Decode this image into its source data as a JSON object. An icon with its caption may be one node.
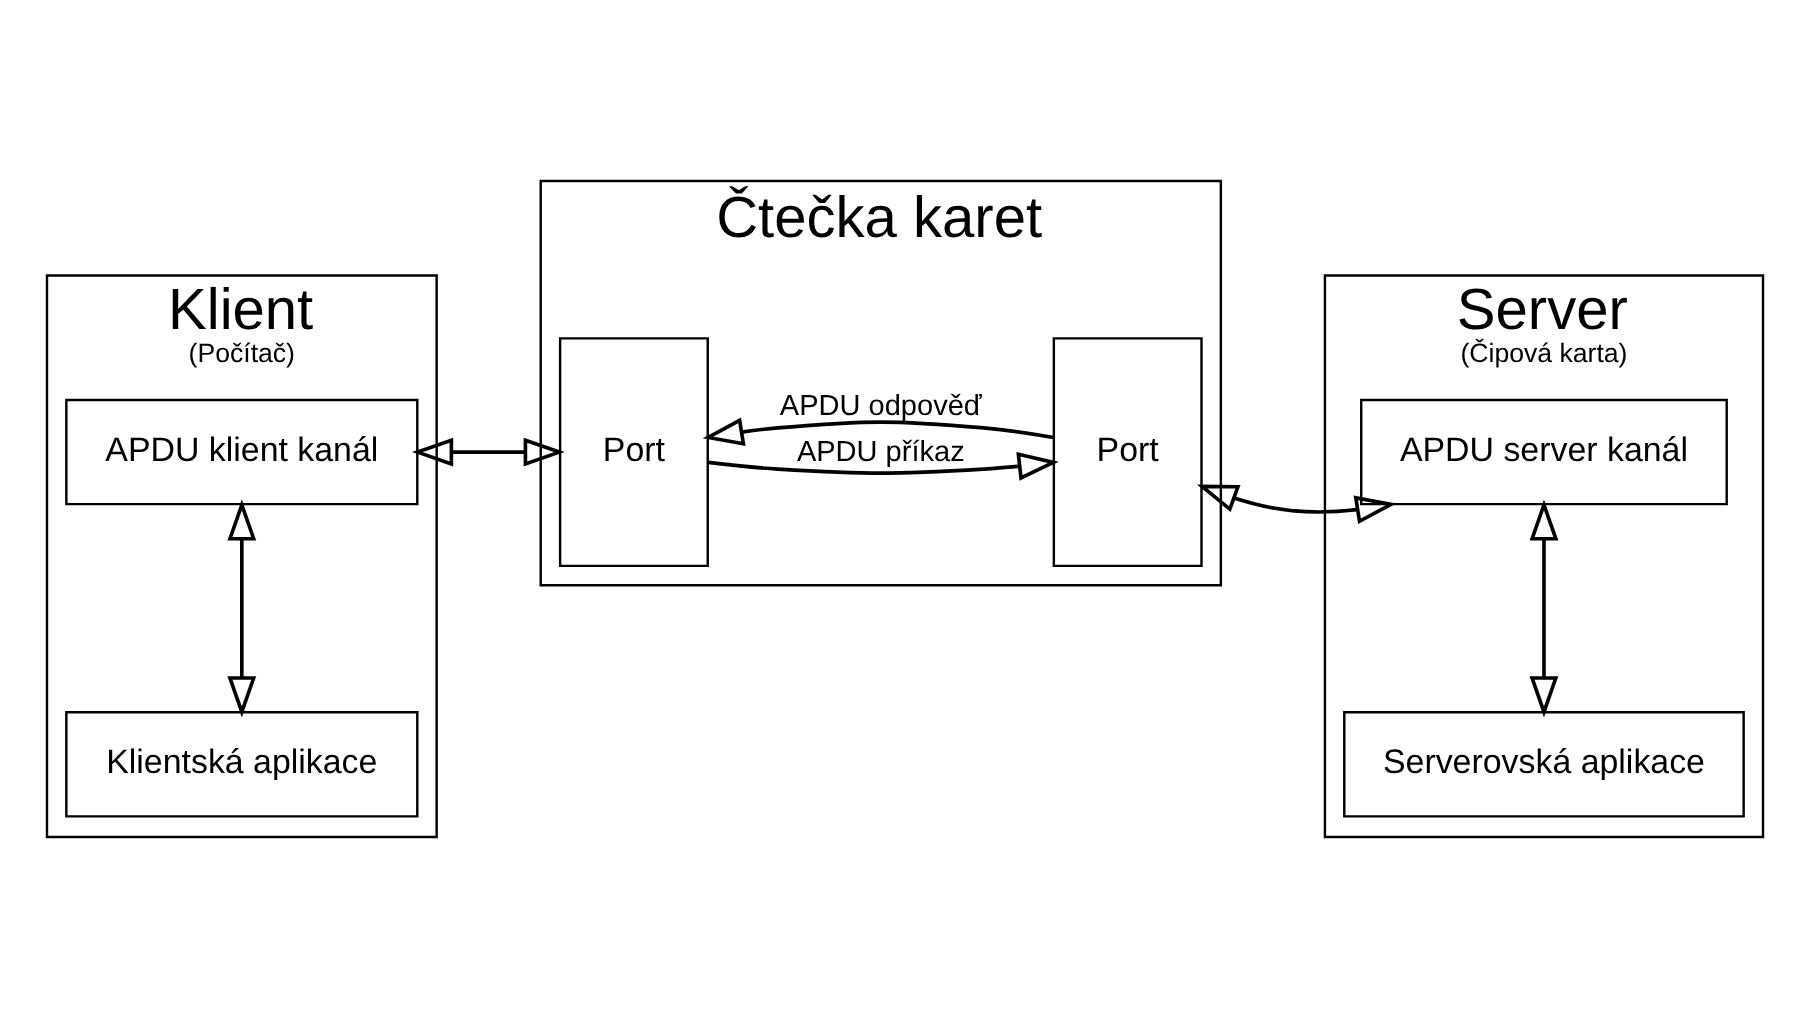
{
  "diagram": {
    "nodes": [
      {
        "text": [
          "Klient",
          "(Počítač)"
        ]
      },
      {
        "text": [
          "Klientská aplikace"
        ],
        "in": 0
      },
      {
        "text": [
          "APDU klient kanál"
        ],
        "in": 0
      },
      {
        "text": [
          "Čtečka karet"
        ]
      },
      {
        "text": [
          "Port"
        ],
        "in": 3
      },
      {
        "text": [
          "Port"
        ],
        "in": 3
      },
      {
        "text": [
          "Server",
          "(Čipová karta)"
        ]
      },
      {
        "text": [
          "Serverovská aplikace"
        ],
        "in": 6
      },
      {
        "text": [
          "APDU server kanál"
        ],
        "in": 6
      }
    ],
    "edges": [
      {
        "from": 1,
        "to": 2,
        "arrow": "both"
      },
      {
        "from": 2,
        "to": 4,
        "arrow": "both"
      },
      {
        "from": 4,
        "to": 5,
        "arrow": "to",
        "label": "APDU příkaz"
      },
      {
        "from": 5,
        "to": 4,
        "arrow": "to",
        "label": "APDU odpověď"
      },
      {
        "from": 7,
        "to": 8,
        "arrow": "both"
      },
      {
        "from": 8,
        "to": 5,
        "arrow": "both"
      }
    ]
  }
}
